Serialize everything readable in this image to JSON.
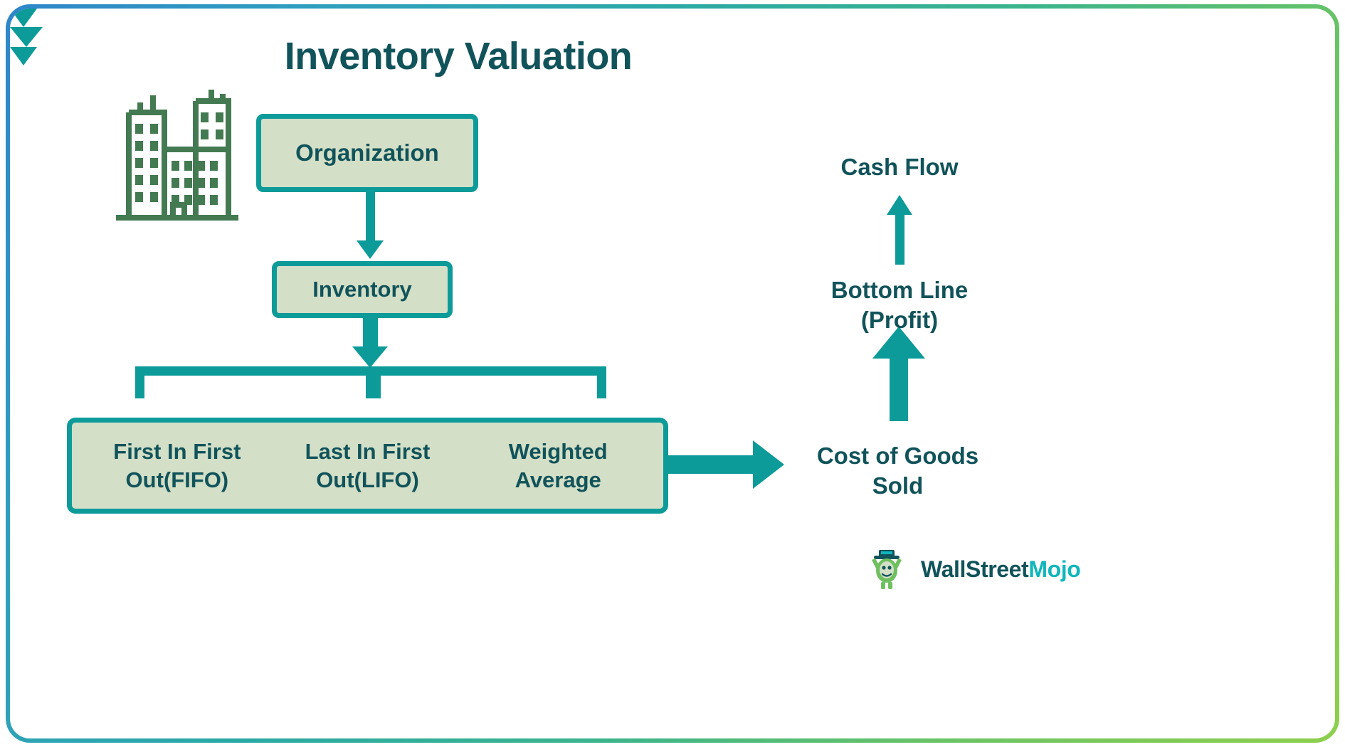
{
  "page": {
    "title": "Inventory Valuation",
    "frame_gradient_from": "#2f86c9",
    "frame_gradient_to": "#8ecf4d",
    "background": "#ffffff"
  },
  "colors": {
    "teal_accent": "#0d9b99",
    "dark_teal_text": "#11535a",
    "box_fill_sage": "#d3dfc7",
    "icon_green": "#437a51",
    "logo_accent": "#0fb6bb"
  },
  "icons": {
    "building": "building-icon",
    "logo_mark": "wallstreetmojo-mascot-icon"
  },
  "flow": {
    "organization": "Organization",
    "inventory": "Inventory",
    "methods": [
      "First In First\nOut(FIFO)",
      "Last In First\nOut(LIFO)",
      "Weighted\nAverage"
    ]
  },
  "outcomes": {
    "cost_of_goods_sold": "Cost of Goods\nSold",
    "bottom_line": "Bottom Line\n(Profit)",
    "cash_flow": "Cash Flow"
  },
  "branding": {
    "logo_primary": "WallStreet",
    "logo_accent": "Mojo"
  },
  "chart_data": {
    "type": "diagram",
    "title": "Inventory Valuation",
    "nodes": [
      {
        "id": "organization",
        "label": "Organization",
        "style": "filled-box"
      },
      {
        "id": "inventory",
        "label": "Inventory",
        "style": "filled-box"
      },
      {
        "id": "fifo",
        "label": "First In First Out(FIFO)",
        "style": "filled-box-segment"
      },
      {
        "id": "lifo",
        "label": "Last In First Out(LIFO)",
        "style": "filled-box-segment"
      },
      {
        "id": "weighted_average",
        "label": "Weighted Average",
        "style": "filled-box-segment"
      },
      {
        "id": "cogs",
        "label": "Cost of Goods Sold",
        "style": "plain-text"
      },
      {
        "id": "bottom_line",
        "label": "Bottom Line (Profit)",
        "style": "plain-text"
      },
      {
        "id": "cash_flow",
        "label": "Cash Flow",
        "style": "plain-text"
      }
    ],
    "edges": [
      {
        "from": "organization",
        "to": "inventory",
        "direction": "down"
      },
      {
        "from": "inventory",
        "to": "fifo",
        "direction": "down"
      },
      {
        "from": "inventory",
        "to": "lifo",
        "direction": "down"
      },
      {
        "from": "inventory",
        "to": "weighted_average",
        "direction": "down"
      },
      {
        "from": "weighted_average",
        "to": "cogs",
        "direction": "right"
      },
      {
        "from": "cogs",
        "to": "bottom_line",
        "direction": "up"
      },
      {
        "from": "bottom_line",
        "to": "cash_flow",
        "direction": "up"
      }
    ]
  }
}
